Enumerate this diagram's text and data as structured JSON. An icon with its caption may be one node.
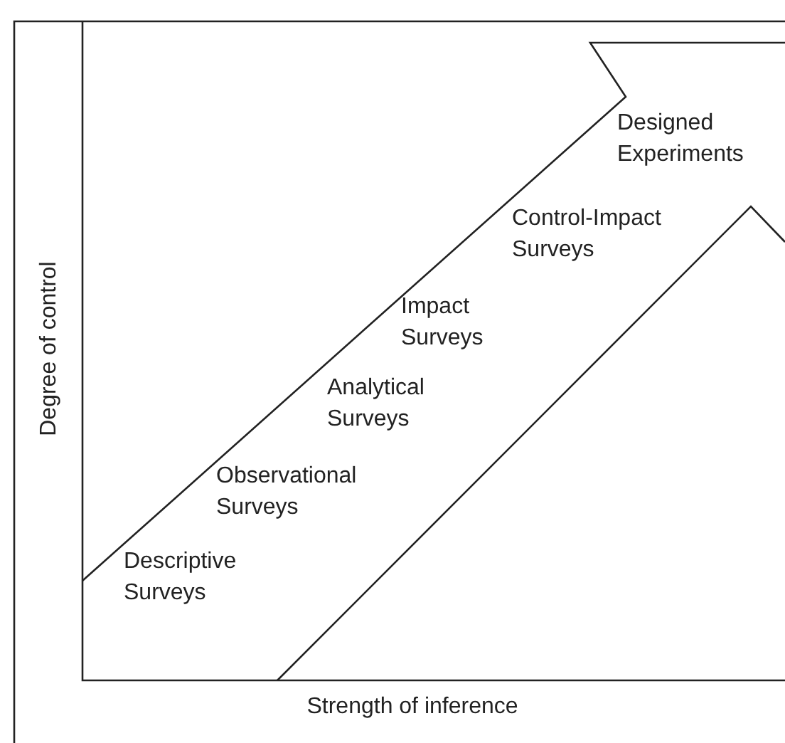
{
  "diagram": {
    "labels": [
      "Designed Experiments",
      "Control-Impact Surveys",
      "Impact Surveys",
      "Analytical Surveys",
      "Observational Surveys",
      "Descriptive Surveys",
      "Degree of control",
      "Strength of inference"
    ]
  }
}
